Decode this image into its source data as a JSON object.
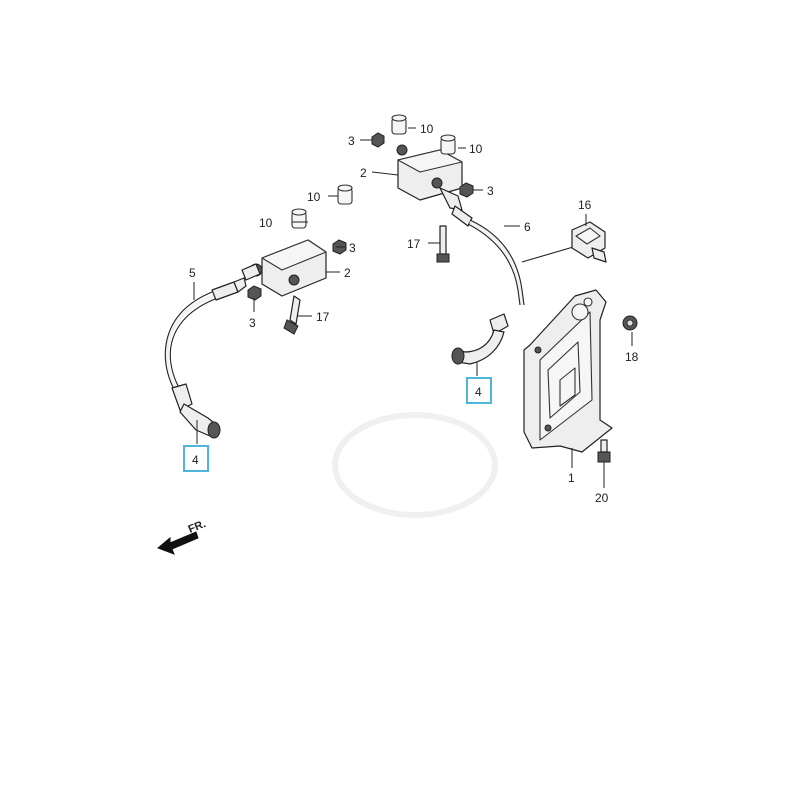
{
  "diagram": {
    "callouts": {
      "ignition_coil_left": "2",
      "ignition_coil_right": "2",
      "nut_coil_left_a": "3",
      "nut_coil_left_b": "3",
      "nut_coil_right_a": "3",
      "nut_coil_right_b": "3",
      "plug_cap_left": "4",
      "plug_cap_right": "4",
      "hv_cable_left": "5",
      "hv_cable_right": "6",
      "collar_left_a": "10",
      "collar_left_b": "10",
      "collar_right_a": "10",
      "collar_right_b": "10",
      "bracket": "1",
      "clamp": "16",
      "bolt_left": "17",
      "bolt_right": "17",
      "grommet": "18",
      "bracket_bolt": "20"
    },
    "front_indicator": "FR.",
    "highlight_color": "#4cb6dc"
  }
}
